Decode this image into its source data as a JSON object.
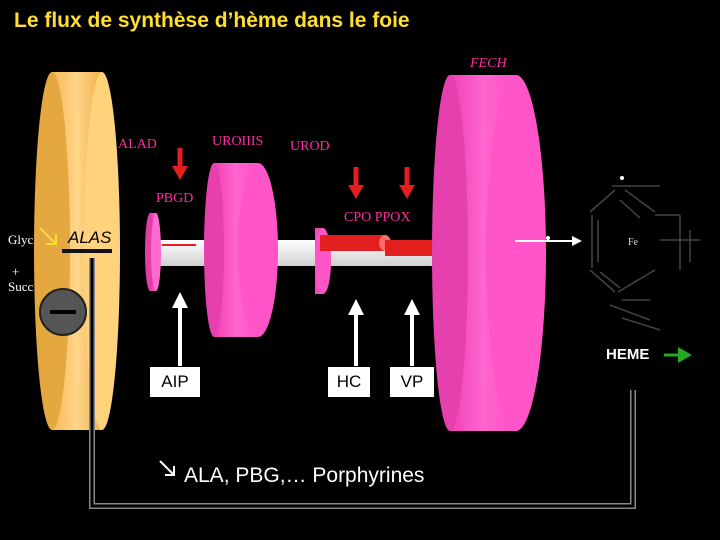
{
  "title": "Le flux de synthèse d’hème dans le foie",
  "enzymes": {
    "fech": "FECH",
    "alad": "ALAD",
    "uroiiis": "UROIIIS",
    "urod": "UROD",
    "pbgd": "PBGD",
    "cpo_ppox": "CPO  PPOX"
  },
  "substrates": {
    "glyc": "Glyc",
    "plus": "+",
    "succ": "Succ"
  },
  "alas": "ALAS",
  "fe": "Fe",
  "heme": "HEME",
  "diseases": {
    "aip": "AIP",
    "hc": "HC",
    "vp": "VP"
  },
  "bottom_caption": "ALA, PBG,… Porphyrines",
  "inhibition_sign": "–",
  "colors": {
    "background": "#000000",
    "title": "#ffde30",
    "disc_pink": "#ff55c8",
    "big_disc": "#f7c76a",
    "enzyme_label": "#ff2ba0",
    "arrow_red": "#e21e1e",
    "feedback_line": "#000000",
    "accent_green": "#22aa22"
  },
  "icons": {
    "arrow_diag": "diagonal-arrow-icon",
    "arrow_right": "right-arrow-icon",
    "minus": "minus-circle-icon"
  }
}
